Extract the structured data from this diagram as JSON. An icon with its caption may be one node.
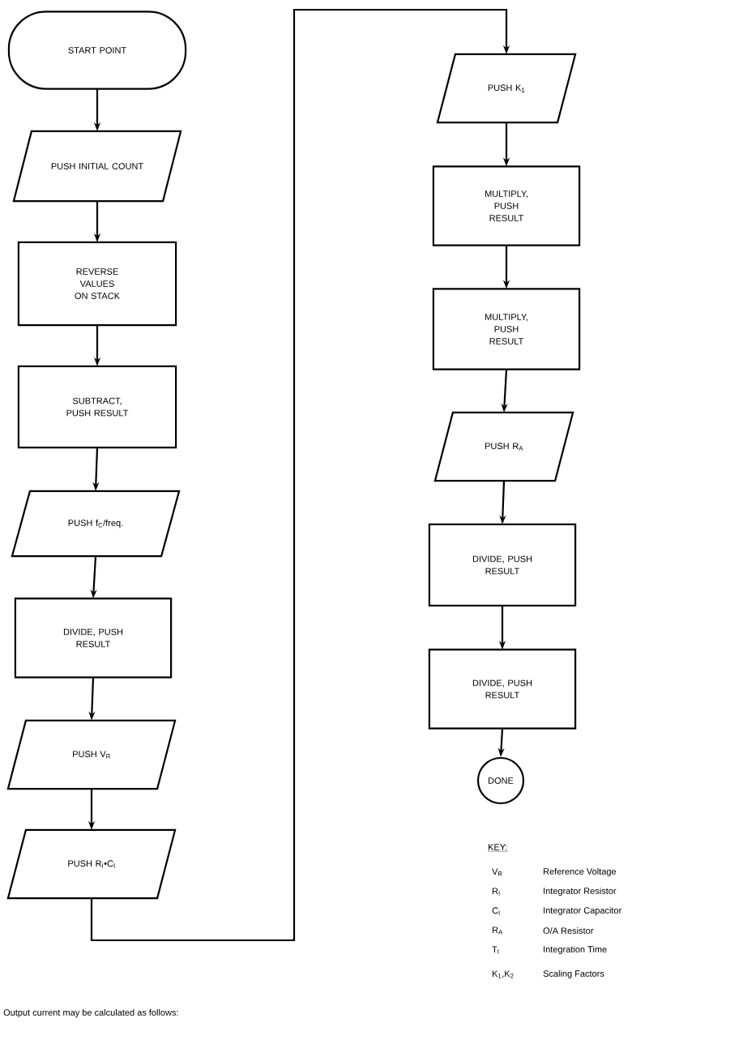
{
  "diagram": {
    "nodes": [
      {
        "text": [
          "START POINT"
        ]
      },
      {
        "text": [
          "PUSH INITIAL COUNT"
        ]
      },
      {
        "text": [
          "REVERSE VALUES ON STACK"
        ]
      },
      {
        "text": [
          "SUBTRACT, PUSH RESULT"
        ]
      },
      {
        "text": [
          "PUSH f$_{C}$/freq."
        ]
      },
      {
        "text": [
          "DIVIDE, PUSH RESULT"
        ]
      },
      {
        "text": [
          "PUSH V$_{R}$"
        ]
      },
      {
        "text": [
          "PUSH R$_{I}$•C$_{I}$"
        ]
      },
      {
        "text": [
          "PUSH K$_{1}$"
        ]
      },
      {
        "text": [
          "MULTIPLY, PUSH RESULT"
        ]
      },
      {
        "text": [
          "MULTIPLY, PUSH RESULT"
        ]
      },
      {
        "text": [
          "PUSH R$_{A}$"
        ]
      },
      {
        "text": [
          "DIVIDE, PUSH RESULT"
        ]
      },
      {
        "text": [
          "DIVIDE, PUSH RESULT"
        ]
      },
      {
        "text": [
          "DONE"
        ]
      }
    ],
    "edges": [
      {
        "from": 0,
        "to": 1,
        "arrow": "to"
      },
      {
        "from": 1,
        "to": 2,
        "arrow": "to"
      },
      {
        "from": 2,
        "to": 3,
        "arrow": "to"
      },
      {
        "from": 3,
        "to": 4,
        "arrow": "to"
      },
      {
        "from": 4,
        "to": 5,
        "arrow": "to"
      },
      {
        "from": 5,
        "to": 6,
        "arrow": "to"
      },
      {
        "from": 6,
        "to": 7,
        "arrow": "to"
      },
      {
        "from": 7,
        "to": 8,
        "arrow": "to"
      },
      {
        "from": 8,
        "to": 9,
        "arrow": "to"
      },
      {
        "from": 9,
        "to": 10,
        "arrow": "to"
      },
      {
        "from": 10,
        "to": 11,
        "arrow": "to"
      },
      {
        "from": 11,
        "to": 12,
        "arrow": "to"
      },
      {
        "from": 12,
        "to": 13,
        "arrow": "to"
      },
      {
        "from": 13,
        "to": 14,
        "arrow": "to"
      }
    ],
    "labels": [
      "KEY:",
      "V$_{R}$",
      "Reference Voltage",
      "R$_{I}$",
      "Integrator Resistor",
      "C$_{I}$",
      "Integrator Capacitor",
      "R$_{A}$",
      "O/A Resistor",
      "T$_{I}$",
      "Integration Time",
      "K$_{1}$,K$_{2}$",
      "Scaling Factors",
      "Output current may be calculated as follows:"
    ]
  }
}
